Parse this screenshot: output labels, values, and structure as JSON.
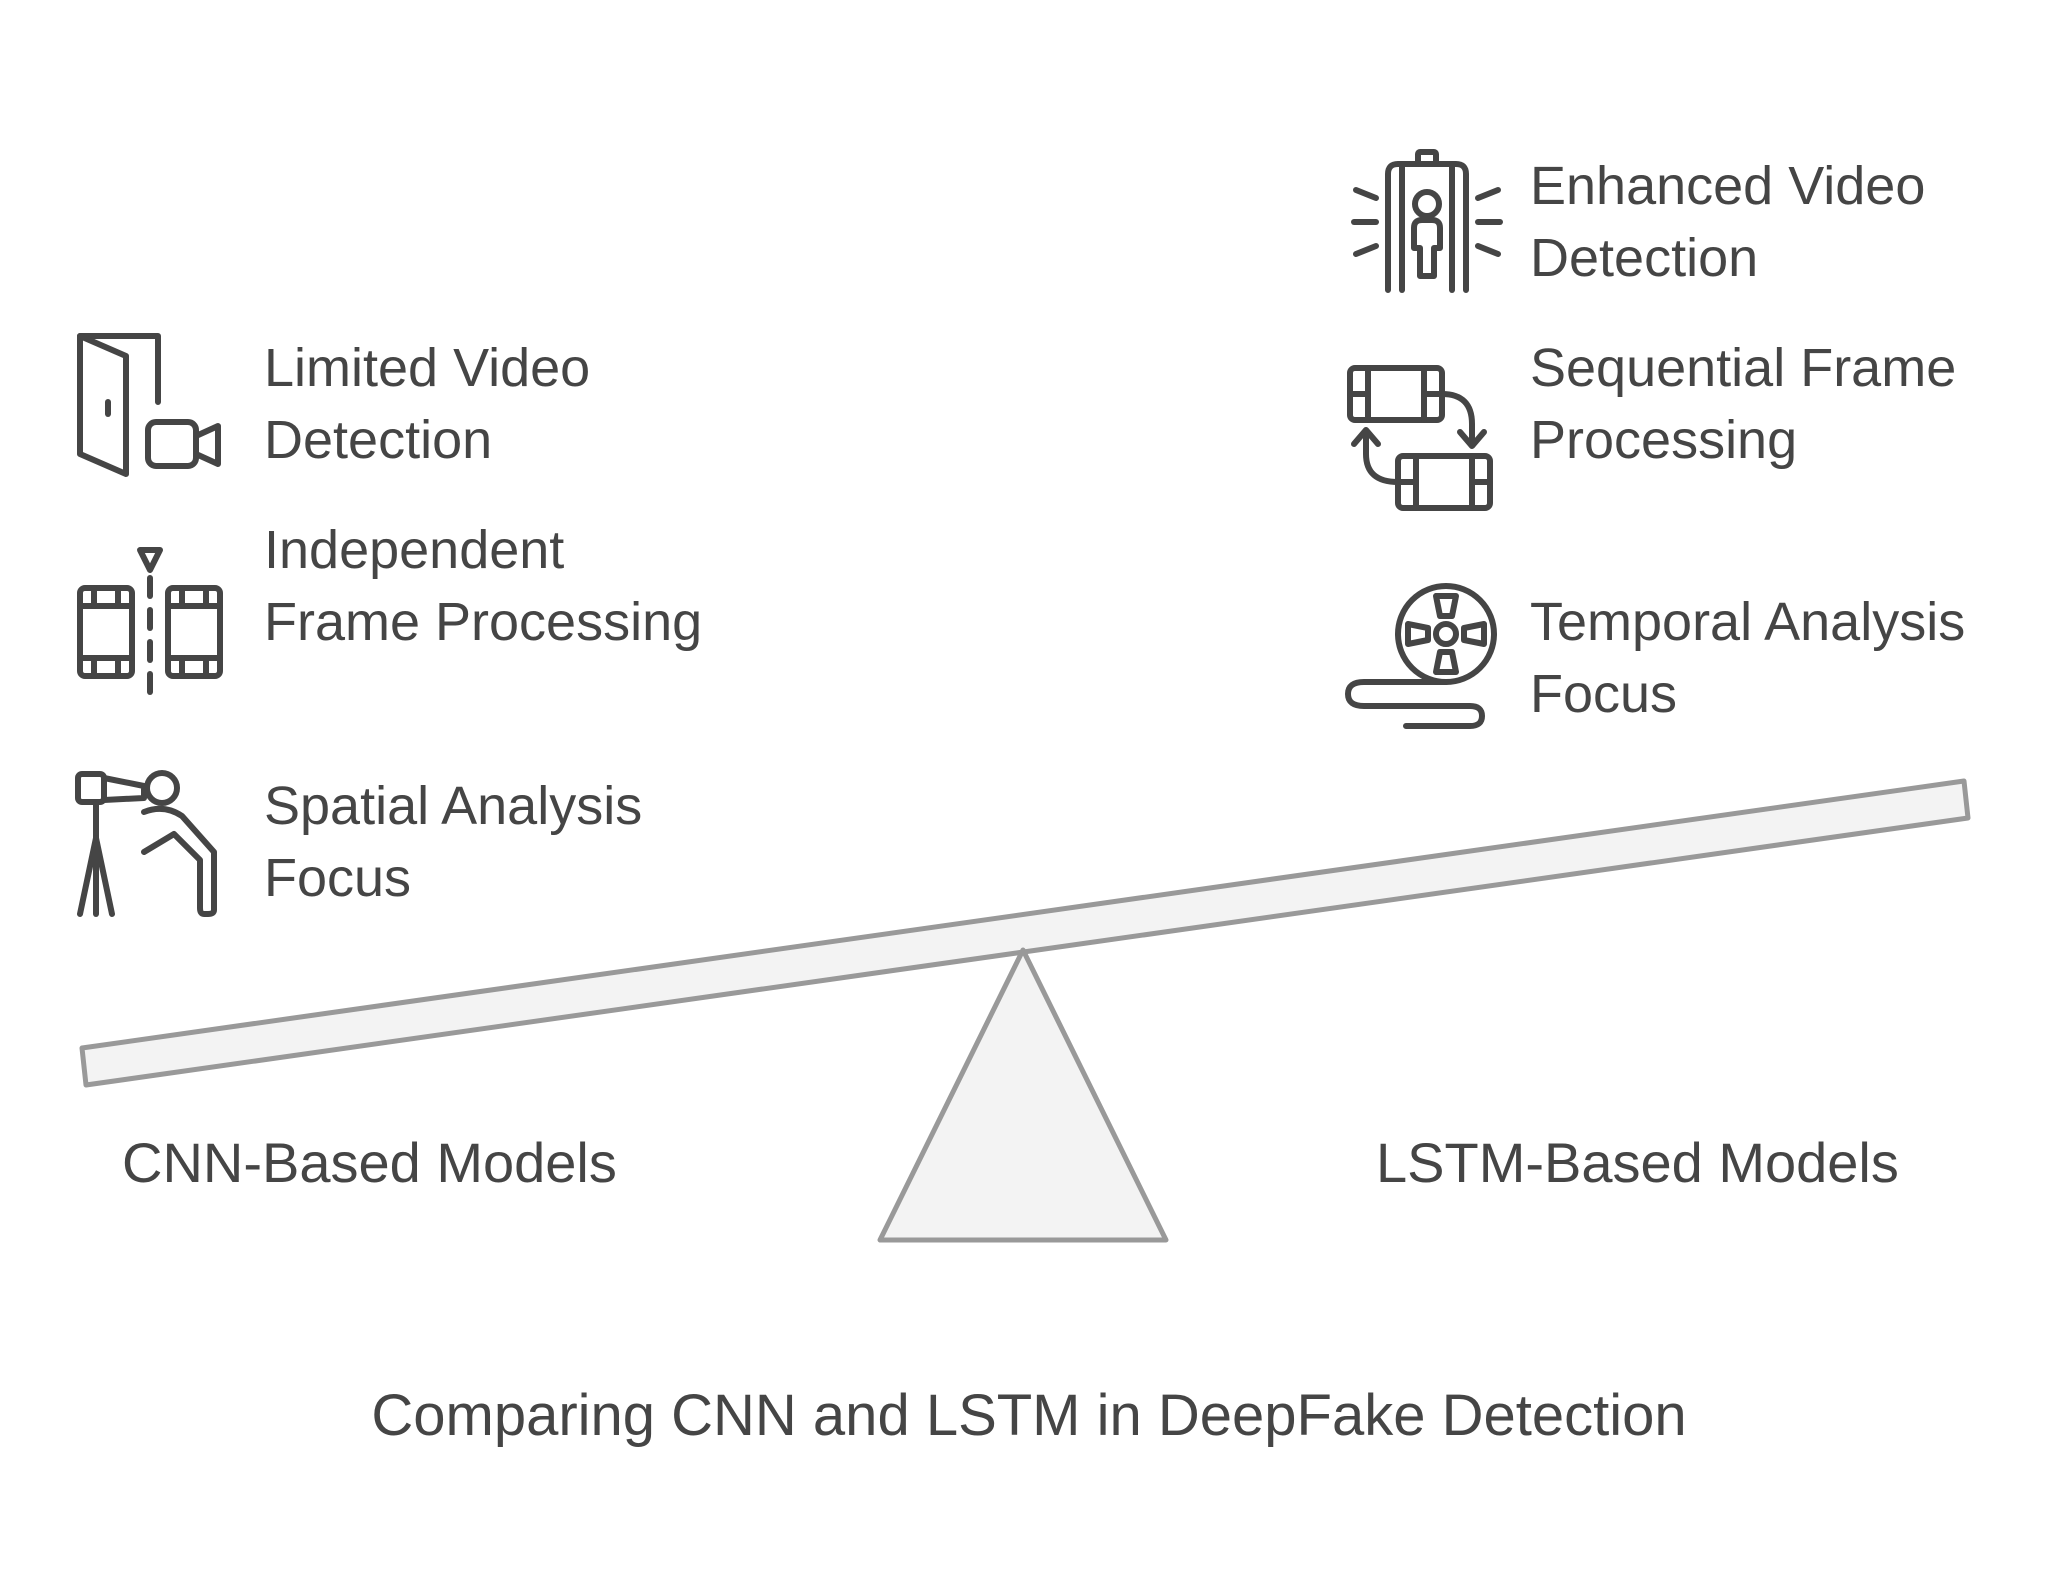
{
  "title": "Comparing CNN and LSTM in DeepFake Detection",
  "colors": {
    "text": "#454545",
    "beam_fill": "#f3f3f3",
    "beam_stroke": "#999999",
    "icon_stroke": "#454545"
  },
  "left_side": {
    "model_label": "CNN-Based Models",
    "items": [
      {
        "icon": "door-video-icon",
        "text": "Limited Video Detection"
      },
      {
        "icon": "split-frames-icon",
        "text": "Independent Frame Processing"
      },
      {
        "icon": "telescope-observer-icon",
        "text": "Spatial Analysis Focus"
      }
    ]
  },
  "right_side": {
    "model_label": "LSTM-Based Models",
    "items": [
      {
        "icon": "body-scanner-icon",
        "text": "Enhanced Video Detection"
      },
      {
        "icon": "sequential-frames-icon",
        "text": "Sequential Frame Processing"
      },
      {
        "icon": "film-reel-icon",
        "text": "Temporal Analysis Focus"
      }
    ]
  }
}
